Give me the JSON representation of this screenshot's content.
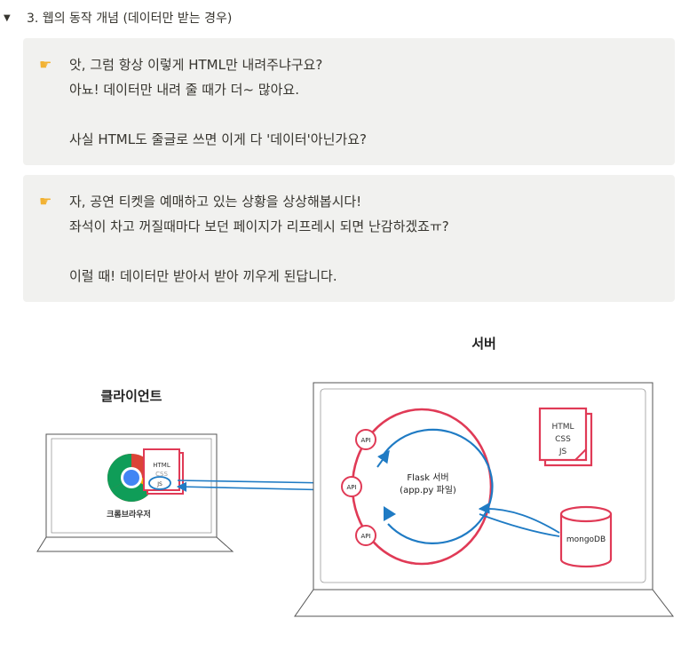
{
  "toggle": {
    "title": "3. 웹의 동작 개념 (데이터만 받는 경우)"
  },
  "callouts": [
    {
      "icon": "pointing-hand-icon",
      "lines": [
        "앗, 그럼 항상 이렇게 HTML만 내려주냐구요?",
        "아뇨! 데이터만 내려 줄 때가 더~ 많아요.",
        "",
        "사실 HTML도 줄글로 쓰면 이게 다 '데이터'아닌가요?"
      ]
    },
    {
      "icon": "pointing-hand-icon",
      "lines": [
        "자, 공연 티켓을 예매하고 있는 상황을 상상해봅시다!",
        "좌석이 차고 꺼질때마다 보던 페이지가 리프레시 되면 난감하겠죠ㅠ?",
        "",
        "이럴 때! 데이터만 받아서 받아 끼우게 된답니다."
      ]
    }
  ],
  "diagram": {
    "server_title": "서버",
    "client_title": "클라이언트",
    "browser_label": "크롬브라우저",
    "doc_labels": [
      "HTML",
      "CSS",
      "JS"
    ],
    "api_label": "API",
    "flask_line1": "Flask 서버",
    "flask_line2": "(app.py 파일)",
    "db_label": "mongoDB",
    "colors": {
      "red": "#e03a56",
      "blue": "#1f7bc4",
      "outline": "#555555"
    }
  }
}
